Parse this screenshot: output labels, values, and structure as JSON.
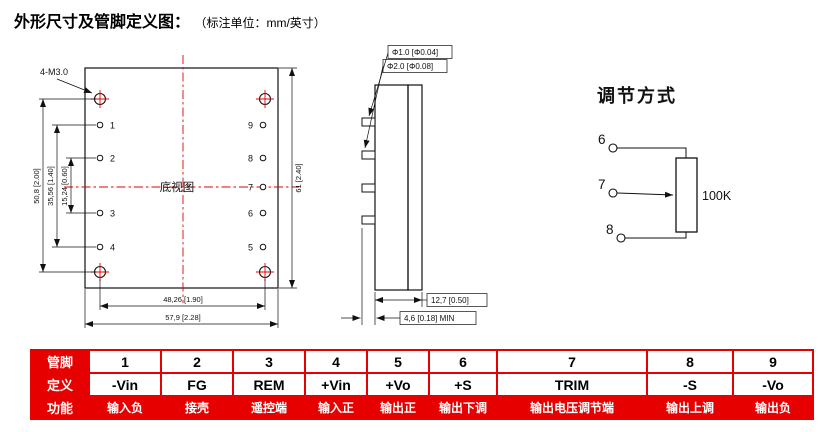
{
  "title": "外形尺寸及管脚定义图：",
  "subtitle": "（标注单位：mm/英寸）",
  "colors": {
    "accent_red": "#e60000",
    "line_black": "#111111"
  },
  "drawing": {
    "bottom_view": {
      "label": "底视图",
      "mount_hole_label": "4-M3.0",
      "left_pins": [
        "1",
        "2",
        "3",
        "4"
      ],
      "right_pins": [
        "9",
        "8",
        "7",
        "6",
        "5"
      ],
      "dim_height_holes": "50,8  [2.00]",
      "dim_height_pins": "35,56  [1.40]",
      "dim_height_inner": "15,24  [0.60]",
      "dim_height_body": "61  [2.40]",
      "dim_width_holes": "48,26  [1.90]",
      "dim_width_body": "57,9  [2.28]"
    },
    "side_view": {
      "dim_pin_dia": "Φ1.0  [Φ0.04]",
      "dim_standoff_dia": "Φ2.0  [Φ0.08]",
      "dim_thickness": "12,7  [0.50]",
      "dim_pin_min": "4,6  [0.18] MIN"
    },
    "adjust": {
      "title": "调节方式",
      "pins": [
        "6",
        "7",
        "8"
      ],
      "resistor_value": "100K"
    }
  },
  "pin_table": {
    "row_headers": [
      "管脚",
      "定义",
      "功能"
    ],
    "pins": [
      "1",
      "2",
      "3",
      "4",
      "5",
      "6",
      "7",
      "8",
      "9"
    ],
    "definitions": [
      "-Vin",
      "FG",
      "REM",
      "+Vin",
      "+Vo",
      "+S",
      "TRIM",
      "-S",
      "-Vo"
    ],
    "functions": [
      "输入负",
      "接壳",
      "遥控端",
      "输入正",
      "输出正",
      "输出下调",
      "输出电压调节端",
      "输出上调",
      "输出负"
    ]
  }
}
